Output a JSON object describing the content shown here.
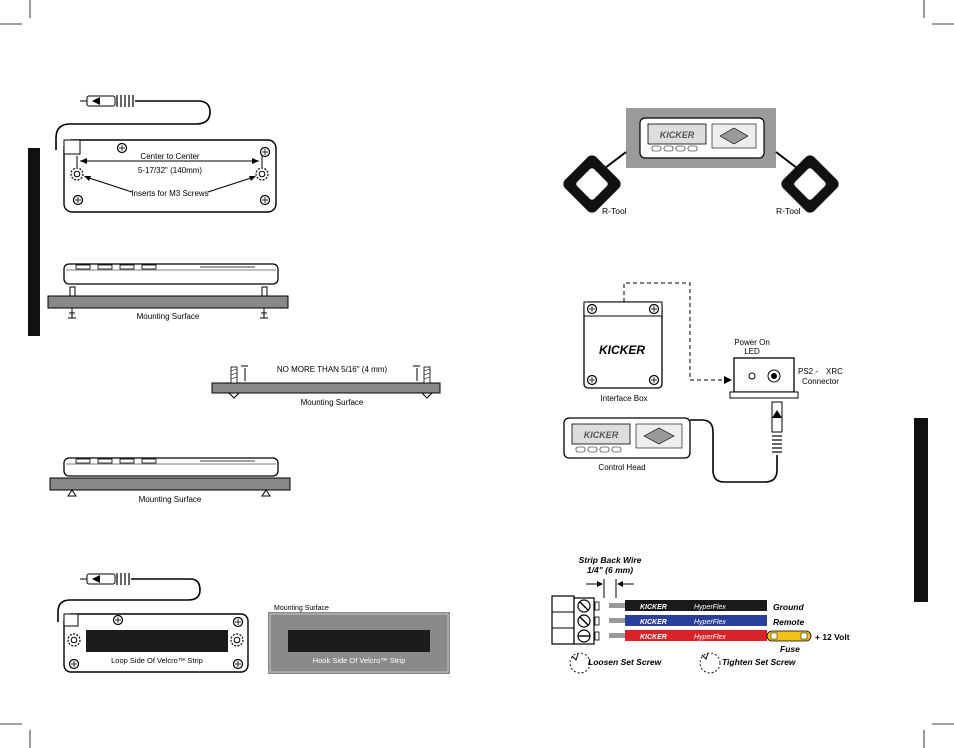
{
  "left_page": {
    "dimension": {
      "center_label": "Center to Center",
      "measure_label": "5-17/32\" (140mm)",
      "inserts_label": "Inserts for M3 Screws"
    },
    "side_view_1": {
      "surface_label": "Mounting Surface"
    },
    "screw_detail": {
      "limit_label": "NO MORE THAN 5/16\" (4 mm)",
      "surface_label": "Mounting Surface"
    },
    "side_view_2": {
      "surface_label": "Mounting Surface"
    },
    "velcro": {
      "loop_label": "Loop Side Of Velcro™ Strip",
      "mount_label": "Mounting Surface",
      "hook_label": "Hook Side Of Velcro™ Strip"
    }
  },
  "right_page": {
    "removal": {
      "left_tool_label": "R-Tool",
      "right_tool_label": "R-Tool"
    },
    "connection": {
      "brand_text": "KICKER",
      "power_label_1": "Power On",
      "power_label_2": "LED",
      "connector_label_1": "PS2 -",
      "connector_label_2": "XRC",
      "connector_label_3": "Connector",
      "interface_label": "Interface Box",
      "control_label": "Control Head"
    },
    "wiring": {
      "strip_label": "Strip Back Wire",
      "strip_measure": "1/4\" (6 mm)",
      "wire_brand": "KICKER",
      "wire_type": "HyperFlex",
      "ground_label": "Ground",
      "remote_label": "Remote",
      "volt_label": "+ 12 Volt",
      "fuse_label": "Fuse",
      "loosen_label": "Loosen Set Screw",
      "tighten_label": "Tighten Set Screw"
    }
  },
  "colors": {
    "ground_wire": "#1a1a1a",
    "remote_wire": "#2a3f9a",
    "power_wire": "#d8232a",
    "fuse": "#f2c21b"
  }
}
